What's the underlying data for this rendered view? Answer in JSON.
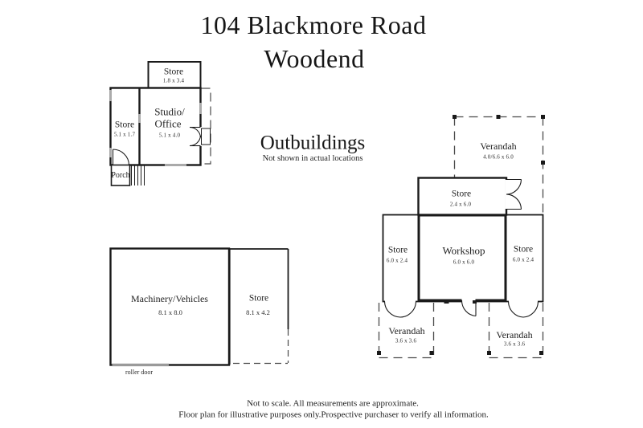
{
  "title": {
    "line1": "104 Blackmore Road",
    "line2": "Woodend"
  },
  "section": {
    "heading": "Outbuildings",
    "note": "Not shown in actual locations"
  },
  "studio_block": {
    "top_store": {
      "name": "Store",
      "dims": "1.8 x 3.4"
    },
    "side_store": {
      "name": "Store",
      "dims": "5.1 x 1.7"
    },
    "studio_office": {
      "name_line1": "Studio/",
      "name_line2": "Office",
      "dims": "5.1 x 4.0"
    },
    "porch": {
      "name": "Porch"
    }
  },
  "workshop_block": {
    "top_verandah": {
      "name": "Verandah",
      "dims": "4.0/6.6 x 6.0"
    },
    "top_store": {
      "name": "Store",
      "dims": "2.4 x 6.0"
    },
    "left_store": {
      "name": "Store",
      "dims": "6.0 x 2.4"
    },
    "workshop": {
      "name": "Workshop",
      "dims": "6.0 x 6.0"
    },
    "right_store": {
      "name": "Store",
      "dims": "6.0 x 2.4"
    },
    "left_verandah": {
      "name": "Verandah",
      "dims": "3.6 x 3.6"
    },
    "right_verandah": {
      "name": "Verandah",
      "dims": "3.6 x 3.6"
    }
  },
  "machinery_block": {
    "machinery": {
      "name": "Machinery/Vehicles",
      "dims": "8.1 x 8.0"
    },
    "store": {
      "name": "Store",
      "dims": "8.1 x 4.2"
    },
    "roller_door_label": "roller door"
  },
  "footer": {
    "line1": "Not to scale. All measurements are approximate.",
    "line2": "Floor plan for illustrative purposes only.Prospective purchaser to verify all information."
  },
  "colors": {
    "wall": "#1a1a1a",
    "window": "#ababab",
    "roller_door": "#9a9a9a",
    "dash": "#4a4a4a",
    "text": "#1f1f1f"
  }
}
